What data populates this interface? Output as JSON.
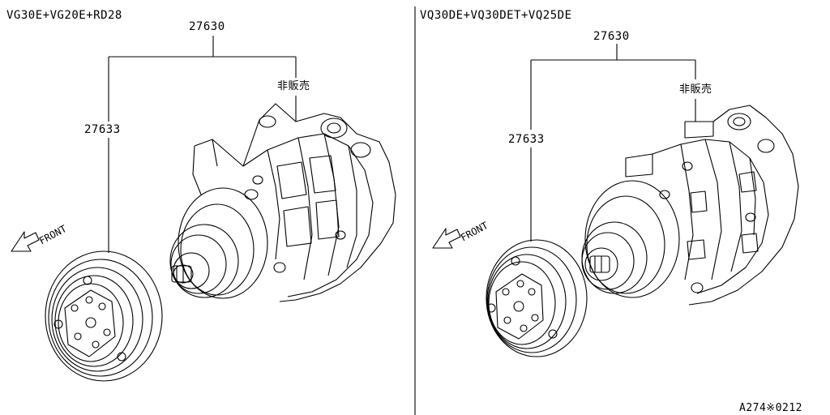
{
  "left": {
    "title": "VG30E+VG20E+RD28",
    "assembly_part": "27630",
    "clutch_part": "27633",
    "note": "非販売",
    "front_label": "FRONT"
  },
  "right": {
    "title": "VQ30DE+VQ30DET+VQ25DE",
    "assembly_part": "27630",
    "clutch_part": "27633",
    "note": "非販売",
    "front_label": "FRONT"
  },
  "ref_code": "A274※0212",
  "icons": [
    "front-arrow-icon",
    "compressor-body",
    "clutch-pulley"
  ]
}
